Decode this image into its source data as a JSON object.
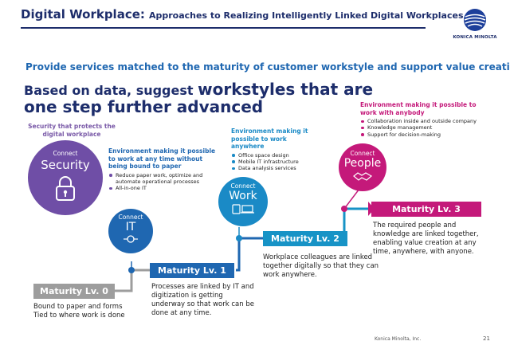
{
  "header": {
    "title_main": "Digital Workplace:",
    "title_sub": "Approaches to Realizing Intelligently Linked Digital Workplaces",
    "logo_text": "KONICA MINOLTA"
  },
  "subheading": "Provide services matched to the maturity of customer workstyle and support value creation",
  "headline": {
    "line1a": "Based on data, suggest ",
    "line1b": "workstyles that are",
    "line2": "one step further advanced"
  },
  "security": {
    "caption": "Security that protects the digital workplace",
    "connect": "Connect",
    "name": "Security"
  },
  "it": {
    "connect": "Connect",
    "name": "IT"
  },
  "work": {
    "connect": "Connect",
    "name": "Work"
  },
  "people": {
    "connect": "Connect",
    "name": "People"
  },
  "env_it": {
    "title": "Environment making it possible to work at any time without being bound to paper",
    "bullets": [
      "Reduce paper work, optimize and automate operational processes",
      "All-in-one IT"
    ]
  },
  "env_work": {
    "title": "Environment making it possible to work anywhere",
    "bullets": [
      "Office space design",
      "Mobile IT infrastructure",
      "Data analysis services"
    ]
  },
  "env_people": {
    "title": "Environment making it possible to work with anybody",
    "bullets": [
      "Collaboration inside and outside company",
      "Knowledge management",
      "Support for decision-making"
    ]
  },
  "levels": [
    {
      "label": "Maturity Lv. 0",
      "desc": "Bound to paper and forms Tied to where work is done"
    },
    {
      "label": "Maturity Lv. 1",
      "desc": "Processes are linked by IT and digitization is getting underway so that work can be done at any time."
    },
    {
      "label": "Maturity Lv. 2",
      "desc": "Workplace colleagues are linked together digitally so that they can work anywhere."
    },
    {
      "label": "Maturity Lv. 3",
      "desc": "The required people and knowledge are linked together, enabling value creation at any time, anywhere, with anyone."
    }
  ],
  "footer": {
    "company": "Konica Minolta, Inc.",
    "page": "21"
  },
  "colors": {
    "navy": "#1d2d6b",
    "blue": "#1f67b1",
    "purple": "#6f4ea6",
    "teal": "#1a8ac6",
    "pink": "#c4197a",
    "gray": "#9d9d9d",
    "lv1": "#1f67b1",
    "lv2": "#1793c6",
    "lv3": "#c4197a"
  }
}
